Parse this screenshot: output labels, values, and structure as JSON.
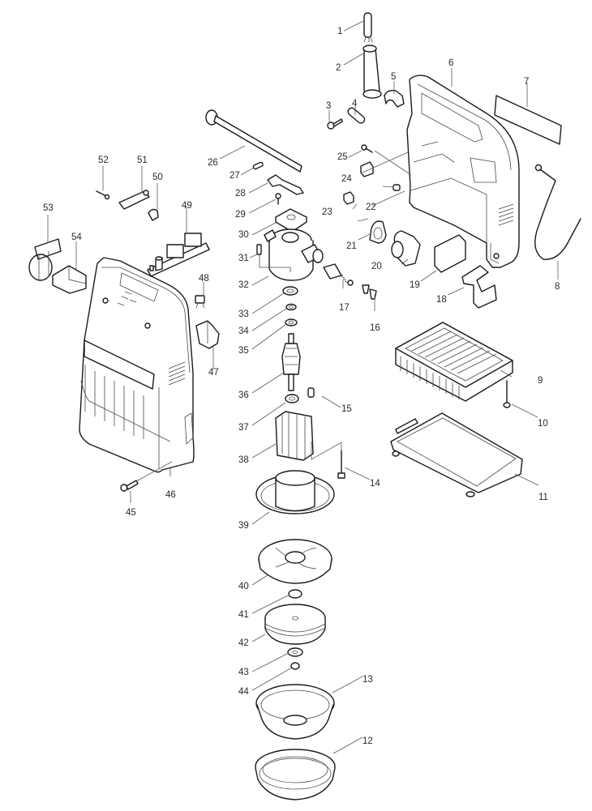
{
  "diagram": {
    "title": "Exploded parts diagram",
    "colors": {
      "line": "#1a1a1a",
      "leader": "#5a5a5a",
      "label": "#2a2a2a",
      "background": "#ffffff"
    },
    "parts": [
      {
        "id": "1",
        "name": "cord-grommet-plug"
      },
      {
        "id": "2",
        "name": "cord-guard"
      },
      {
        "id": "3",
        "name": "tapping-screw"
      },
      {
        "id": "4",
        "name": "gasket"
      },
      {
        "id": "5",
        "name": "strain-relief"
      },
      {
        "id": "6",
        "name": "rear-housing"
      },
      {
        "id": "7",
        "name": "name-plate"
      },
      {
        "id": "8",
        "name": "lead-wire"
      },
      {
        "id": "9",
        "name": "filter"
      },
      {
        "id": "10",
        "name": "screw"
      },
      {
        "id": "11",
        "name": "filter-frame"
      },
      {
        "id": "12",
        "name": "seal-ring"
      },
      {
        "id": "13",
        "name": "dust-cup"
      },
      {
        "id": "14",
        "name": "long-screw"
      },
      {
        "id": "15",
        "name": "pin"
      },
      {
        "id": "16",
        "name": "terminal"
      },
      {
        "id": "17",
        "name": "carbon-brush"
      },
      {
        "id": "18",
        "name": "hook"
      },
      {
        "id": "19",
        "name": "pad"
      },
      {
        "id": "20",
        "name": "nozzle-joint"
      },
      {
        "id": "21",
        "name": "gasket-plate"
      },
      {
        "id": "22",
        "name": "cap"
      },
      {
        "id": "23",
        "name": "cap"
      },
      {
        "id": "24",
        "name": "rubber-pin"
      },
      {
        "id": "25",
        "name": "screw"
      },
      {
        "id": "26",
        "name": "shaft-lever"
      },
      {
        "id": "27",
        "name": "pin"
      },
      {
        "id": "28",
        "name": "spring"
      },
      {
        "id": "29",
        "name": "screw"
      },
      {
        "id": "30",
        "name": "rubber-pad"
      },
      {
        "id": "31",
        "name": "screw"
      },
      {
        "id": "32",
        "name": "motor-housing"
      },
      {
        "id": "33",
        "name": "ball-bearing"
      },
      {
        "id": "34",
        "name": "washer"
      },
      {
        "id": "35",
        "name": "washer"
      },
      {
        "id": "36",
        "name": "armature"
      },
      {
        "id": "37",
        "name": "ball-bearing"
      },
      {
        "id": "38",
        "name": "field"
      },
      {
        "id": "39",
        "name": "fan-guide"
      },
      {
        "id": "40",
        "name": "fan"
      },
      {
        "id": "41",
        "name": "spacer"
      },
      {
        "id": "42",
        "name": "fan-cover"
      },
      {
        "id": "43",
        "name": "flat-washer"
      },
      {
        "id": "44",
        "name": "hex-nut"
      },
      {
        "id": "45",
        "name": "tapping-screw"
      },
      {
        "id": "46",
        "name": "front-housing"
      },
      {
        "id": "47",
        "name": "switch"
      },
      {
        "id": "48",
        "name": "capacitor"
      },
      {
        "id": "49",
        "name": "controller-board"
      },
      {
        "id": "50",
        "name": "strain-relief"
      },
      {
        "id": "51",
        "name": "terminal-block"
      },
      {
        "id": "52",
        "name": "screw"
      },
      {
        "id": "53",
        "name": "battery-clip"
      },
      {
        "id": "54",
        "name": "battery-holder"
      }
    ]
  }
}
